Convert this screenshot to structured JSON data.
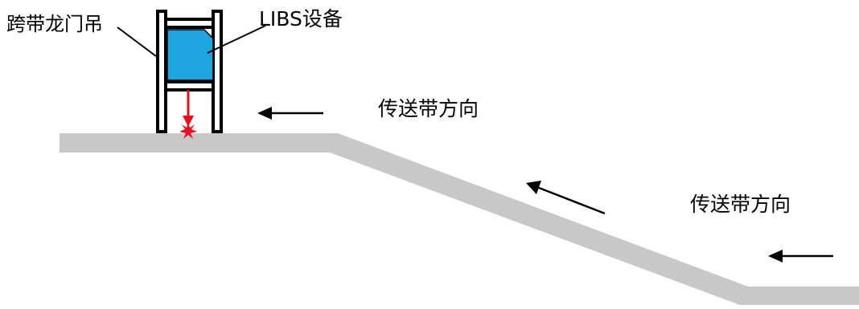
{
  "labels": {
    "gantry": "跨带龙门吊",
    "libs_device": "LIBS设备",
    "conveyor_direction_upper": "传送带方向",
    "conveyor_direction_lower": "传送带方向"
  },
  "colors": {
    "conveyor": "#c8c8c8",
    "device_fill": "#1ea5e0",
    "laser": "#e8101e",
    "frame": "#000000",
    "text": "#000000"
  }
}
